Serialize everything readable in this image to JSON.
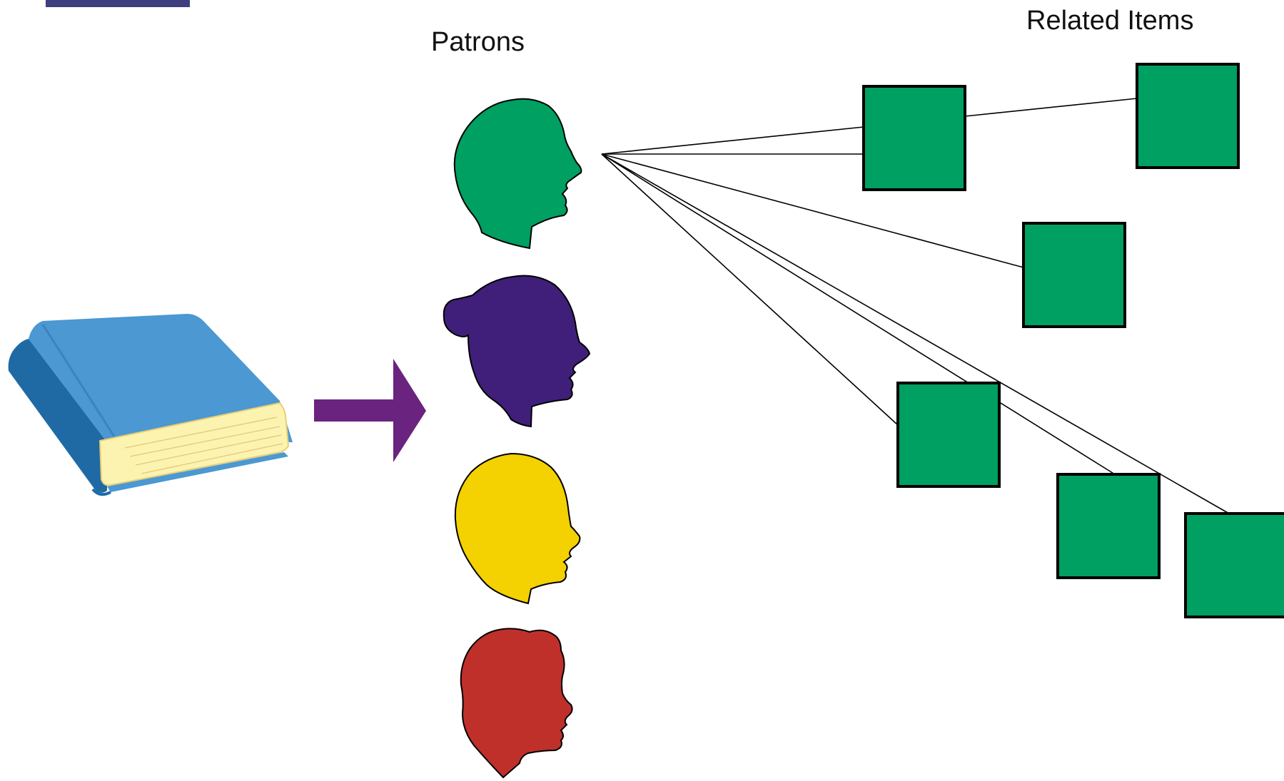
{
  "labels": {
    "patrons": "Patrons",
    "related_items": "Related Items"
  },
  "colors": {
    "corner_bar": "#3d3f7e",
    "arrow": "#6a237e",
    "item_fill": "#009f62",
    "item_stroke": "#000000",
    "book_cover": "#4b98d2",
    "book_spine": "#1f6aa4",
    "book_pages": "#fdf3b0",
    "connector": "#000000"
  },
  "icons": {
    "book": "book-icon",
    "arrow": "arrow-right-icon",
    "patrons": [
      {
        "name": "patron-head-green",
        "color": "#009f62",
        "icon": "male-head-icon"
      },
      {
        "name": "patron-head-purple",
        "color": "#3f1f7a",
        "icon": "female-head-bun-icon"
      },
      {
        "name": "patron-head-yellow",
        "color": "#f4d100",
        "icon": "head-icon"
      },
      {
        "name": "patron-head-red",
        "color": "#c0302a",
        "icon": "male-head-icon"
      }
    ]
  },
  "related_items": [
    {
      "id": "item-1"
    },
    {
      "id": "item-2"
    },
    {
      "id": "item-3"
    },
    {
      "id": "item-4"
    },
    {
      "id": "item-5"
    },
    {
      "id": "item-6"
    }
  ]
}
